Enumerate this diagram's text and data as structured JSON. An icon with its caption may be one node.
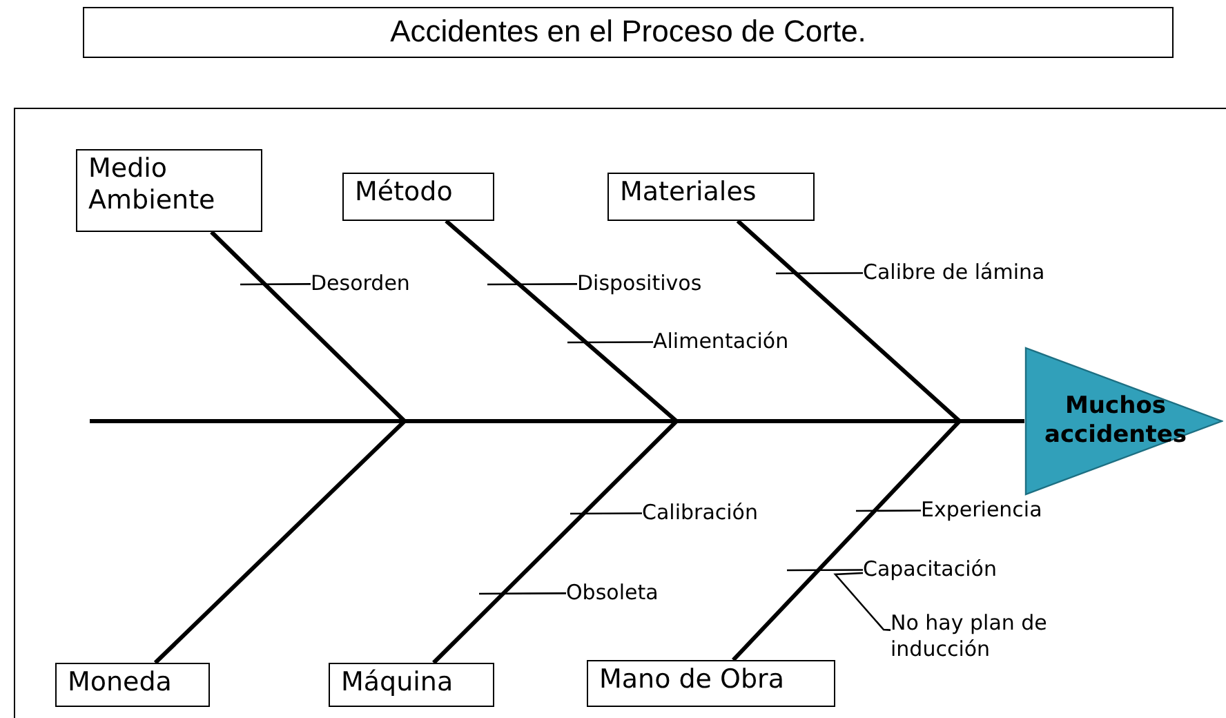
{
  "diagram": {
    "title": "Accidentes en el Proceso de Corte.",
    "nodes": [
      {
        "text": [
          "Medio Ambiente"
        ]
      },
      {
        "text": [
          "Método"
        ]
      },
      {
        "text": [
          "Materiales"
        ]
      },
      {
        "text": [
          "Moneda"
        ]
      },
      {
        "text": [
          "Máquina"
        ]
      },
      {
        "text": [
          "Mano de Obra"
        ]
      },
      {
        "text": [
          "Muchos accidentes"
        ]
      },
      {
        "text": [
          "Desorden"
        ]
      },
      {
        "text": [
          "Dispositivos"
        ]
      },
      {
        "text": [
          "Alimentación"
        ]
      },
      {
        "text": [
          "Calibre de lámina"
        ]
      },
      {
        "text": [
          "Calibración"
        ]
      },
      {
        "text": [
          "Obsoleta"
        ]
      },
      {
        "text": [
          "Experiencia"
        ]
      },
      {
        "text": [
          "Capacitación"
        ]
      },
      {
        "text": [
          "No hay plan de inducción"
        ]
      }
    ],
    "edges": [
      {
        "from": 0,
        "to": 6,
        "arrow": "none",
        "style": "thick"
      },
      {
        "from": 1,
        "to": 6,
        "arrow": "none",
        "style": "thick"
      },
      {
        "from": 2,
        "to": 6,
        "arrow": "none",
        "style": "thick"
      },
      {
        "from": 3,
        "to": 6,
        "arrow": "none",
        "style": "thick"
      },
      {
        "from": 4,
        "to": 6,
        "arrow": "none",
        "style": "thick"
      },
      {
        "from": 5,
        "to": 6,
        "arrow": "none",
        "style": "thick"
      },
      {
        "from": 7,
        "to": null,
        "arrow": "none"
      },
      {
        "from": 8,
        "to": null,
        "arrow": "none"
      },
      {
        "from": 9,
        "to": null,
        "arrow": "none"
      },
      {
        "from": 10,
        "to": null,
        "arrow": "none"
      },
      {
        "from": 11,
        "to": null,
        "arrow": "none"
      },
      {
        "from": 12,
        "to": null,
        "arrow": "none"
      },
      {
        "from": 13,
        "to": null,
        "arrow": "none"
      },
      {
        "from": 14,
        "to": null,
        "arrow": "none"
      },
      {
        "from": 15,
        "to": 14,
        "arrow": "none"
      }
    ]
  }
}
